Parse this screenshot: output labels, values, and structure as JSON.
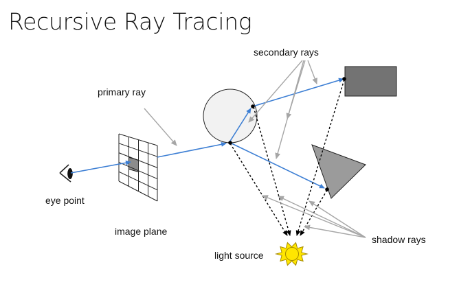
{
  "slide": {
    "title": "Recursive Ray Tracing"
  },
  "labels": {
    "secondary_rays": "secondary rays",
    "primary_ray": "primary ray",
    "eye_point": "eye point",
    "image_plane": "image plane",
    "light_source": "light source",
    "shadow_rays": "shadow rays"
  },
  "colors": {
    "ray": "#3d7fd4",
    "pointer": "#a6a6a6",
    "shadow_ray": "#000000",
    "sphere_fill": "#f2f2f2",
    "box_fill": "#737373",
    "triangle_fill": "#9b9b9b",
    "sun_fill": "#ffe600",
    "sun_stroke": "#a58a00"
  },
  "icons": {
    "eye": "eye-icon",
    "light": "sun-icon"
  }
}
